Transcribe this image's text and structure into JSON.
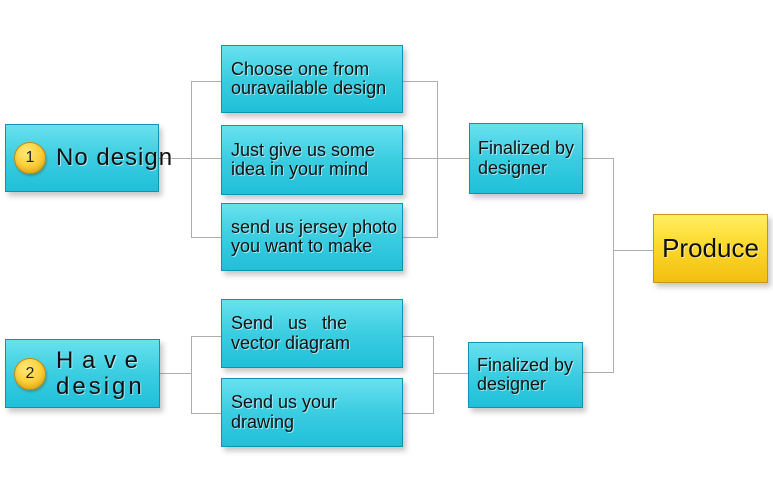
{
  "page": {
    "background": "#ffffff"
  },
  "palette": {
    "box_fill_top": "#68e1ef",
    "box_fill_bottom": "#1fc0d8",
    "box_border": "#0f93ae",
    "produce_fill_top": "#ffef60",
    "produce_fill_bottom": "#f2bf10",
    "produce_border": "#c9941c",
    "badge_fill": "#fbce39",
    "badge_border": "#c28e0e",
    "connector": "#adadad",
    "text": "#101010"
  },
  "nodes": {
    "no_design": {
      "badge": "1",
      "lines": [
        "No design"
      ]
    },
    "choose": {
      "lines": [
        "Choose one from",
        "ouravailable design"
      ]
    },
    "idea": {
      "lines": [
        "Just give us some",
        "idea in your mind"
      ]
    },
    "jersey": {
      "lines": [
        "send us jersey photo",
        "you want to make"
      ]
    },
    "finalized_top": {
      "lines": [
        "Finalized by",
        "designer"
      ]
    },
    "have_design": {
      "badge": "2",
      "lines": [
        "H a v e",
        "design"
      ]
    },
    "vector": {
      "lines": [
        "Send   us   the",
        "vector diagram"
      ]
    },
    "drawing": {
      "lines": [
        "Send us your",
        "drawing"
      ]
    },
    "finalized_bottom": {
      "lines": [
        "Finalized by",
        "designer"
      ]
    },
    "produce": {
      "lines": [
        "Produce"
      ]
    }
  }
}
